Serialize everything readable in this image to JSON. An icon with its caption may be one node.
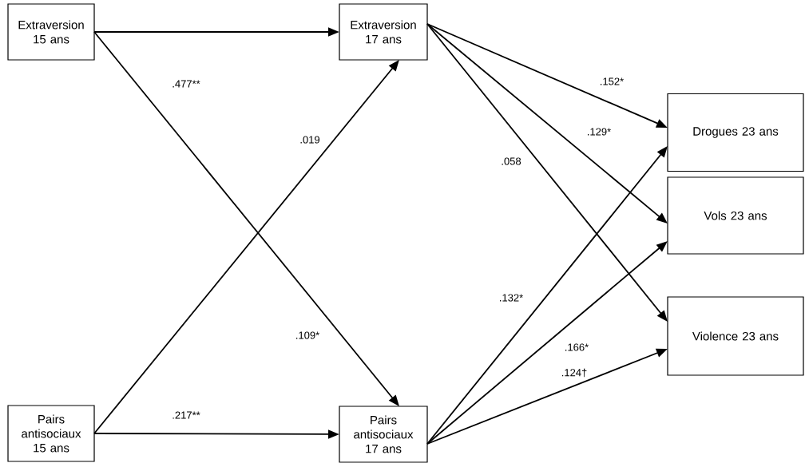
{
  "diagram": {
    "nodes": [
      {
        "text": [
          "Extraversion 15 ans"
        ]
      },
      {
        "text": [
          "Extraversion 17 ans"
        ]
      },
      {
        "text": [
          "Pairs antisociaux 15 ans"
        ]
      },
      {
        "text": [
          "Pairs antisociaux 17 ans"
        ]
      },
      {
        "text": [
          "Drogues 23 ans"
        ]
      },
      {
        "text": [
          "Vols 23 ans"
        ]
      },
      {
        "text": [
          "Violence 23 ans"
        ]
      }
    ],
    "edges": [
      {
        "from": 0,
        "to": 1,
        "arrow": "to",
        "label": ".477**"
      },
      {
        "from": 0,
        "to": 3,
        "arrow": "to",
        "label": ".109*"
      },
      {
        "from": 2,
        "to": 1,
        "arrow": "to",
        "label": ".019"
      },
      {
        "from": 2,
        "to": 3,
        "arrow": "to",
        "label": ".217**"
      },
      {
        "from": 1,
        "to": 4,
        "arrow": "to",
        "label": ".152*"
      },
      {
        "from": 1,
        "to": 5,
        "arrow": "to",
        "label": ".129*"
      },
      {
        "from": 1,
        "to": 6,
        "arrow": "to",
        "label": ".058"
      },
      {
        "from": 3,
        "to": 4,
        "arrow": "to",
        "label": ".132*"
      },
      {
        "from": 3,
        "to": 5,
        "arrow": "to",
        "label": ".166*"
      },
      {
        "from": 3,
        "to": 6,
        "arrow": "to",
        "label": ".124†"
      }
    ]
  }
}
